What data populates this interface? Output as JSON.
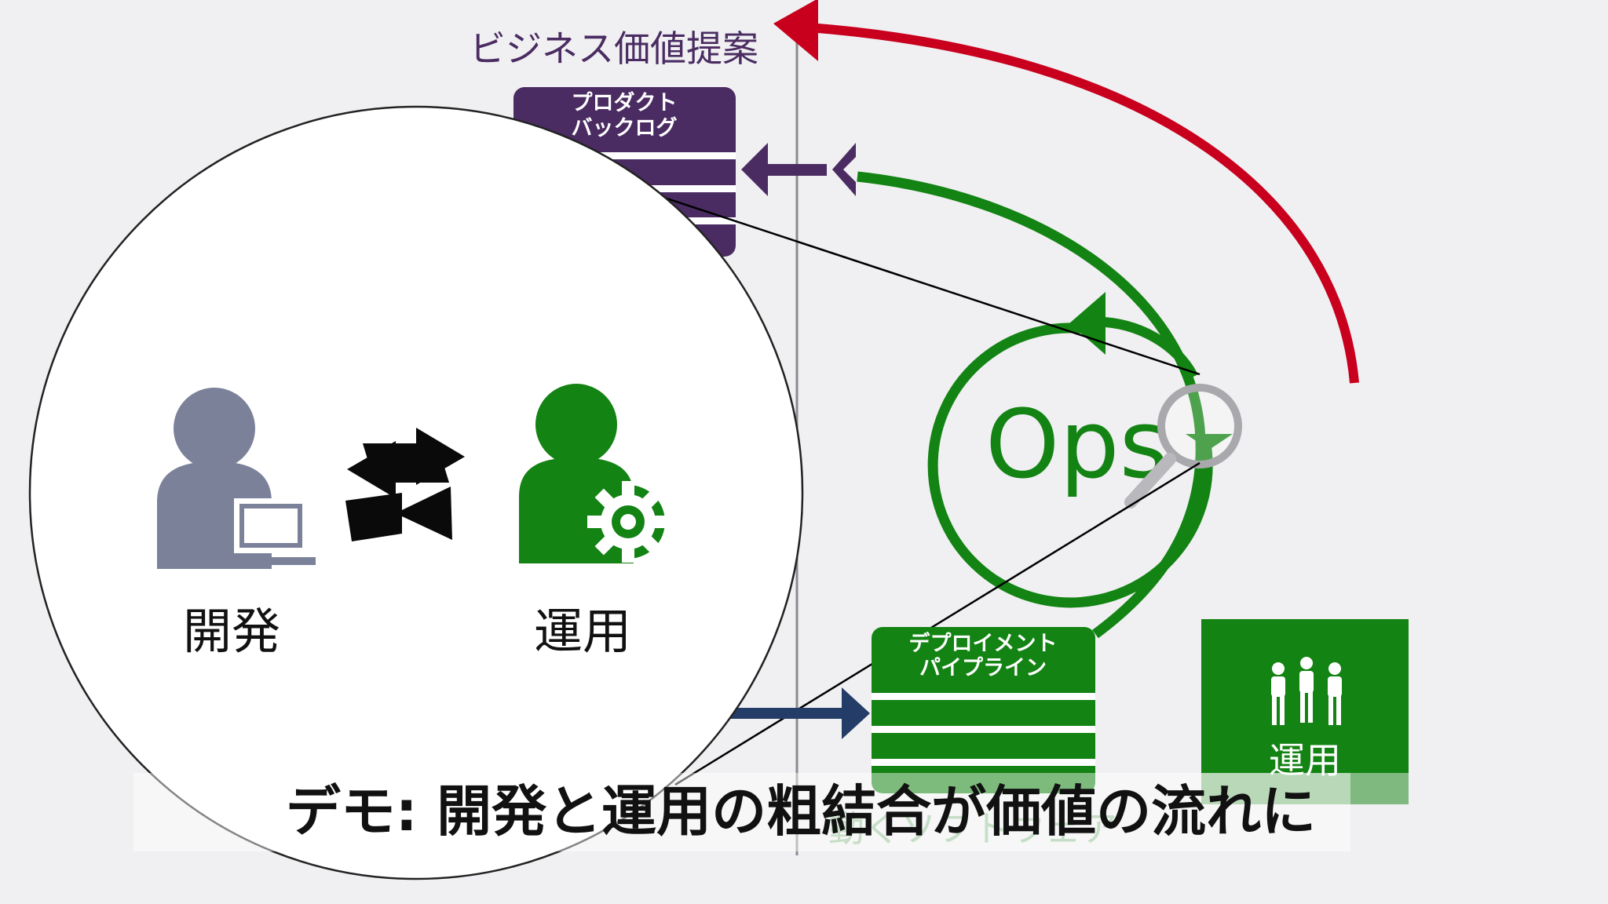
{
  "slide": {
    "business_value_label": "ビジネス価値提案",
    "product_backlog_line1": "プロダクト",
    "product_backlog_line2": "バックログ",
    "ops_label": "Ops",
    "pipeline_line1": "デプロイメント",
    "pipeline_line2": "パイプライン",
    "ops_box_label": "運用",
    "bottom_hidden_label": "動くソフトウェア"
  },
  "zoom": {
    "dev_label": "開発",
    "ops_label": "運用"
  },
  "caption": {
    "text": "デモ: 開発と運用の粗結合が価値の流れに"
  },
  "colors": {
    "purple": "#4a2c62",
    "green": "#138313",
    "red": "#c8001e",
    "navy": "#243c68",
    "gray_person": "#7b8199"
  }
}
